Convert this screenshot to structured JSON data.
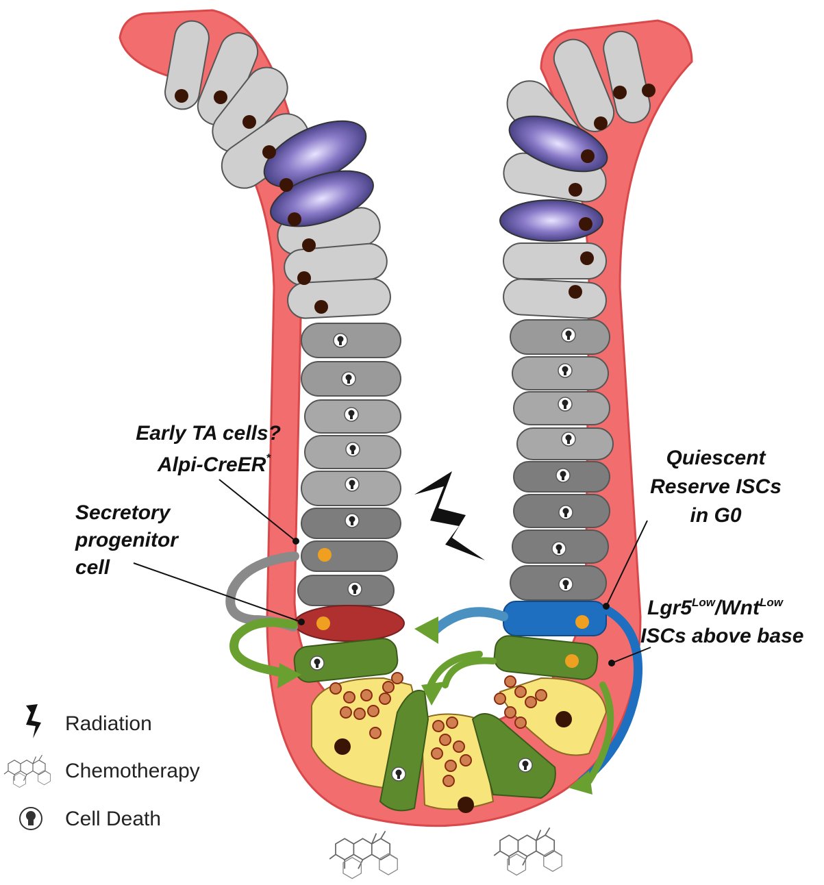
{
  "annotations": {
    "early_ta_line1": "Early TA cells?",
    "early_ta_line2": "Alpi-CreER",
    "early_ta_sup": "*",
    "secretory_line1": "Secretory",
    "secretory_line2": "progenitor",
    "secretory_line3": "cell",
    "quiescent_line1": "Quiescent",
    "quiescent_line2": "Reserve ISCs",
    "quiescent_line3": "in G0",
    "lgr5_main": "Lgr5",
    "lgr5_sup1": "Low",
    "lgr5_mid": "/Wnt",
    "lgr5_sup2": "Low",
    "lgr5_line2": "ISCs above base"
  },
  "legend": [
    {
      "icon": "lightning-icon",
      "label": "Radiation"
    },
    {
      "icon": "molecule-icon",
      "label": "Chemotherapy"
    },
    {
      "icon": "skull-icon",
      "label": "Cell Death"
    }
  ],
  "colors": {
    "tissue": "#f26d6d",
    "tissue_outline": "#d9484a",
    "differentiated_cell": "#cfcfcf",
    "ta_cell": "#9a9a9a",
    "dark_cell": "#7d7d7d",
    "secretory_cell": "#b03030",
    "reserve_isc": "#1e6fc0",
    "stem_cell": "#5e8a2e",
    "paneth_cell": "#f7e47a",
    "nucleus": "#3a1505",
    "nucleus_orange": "#f0a020",
    "goblet_purple": "#5a4a9a"
  }
}
